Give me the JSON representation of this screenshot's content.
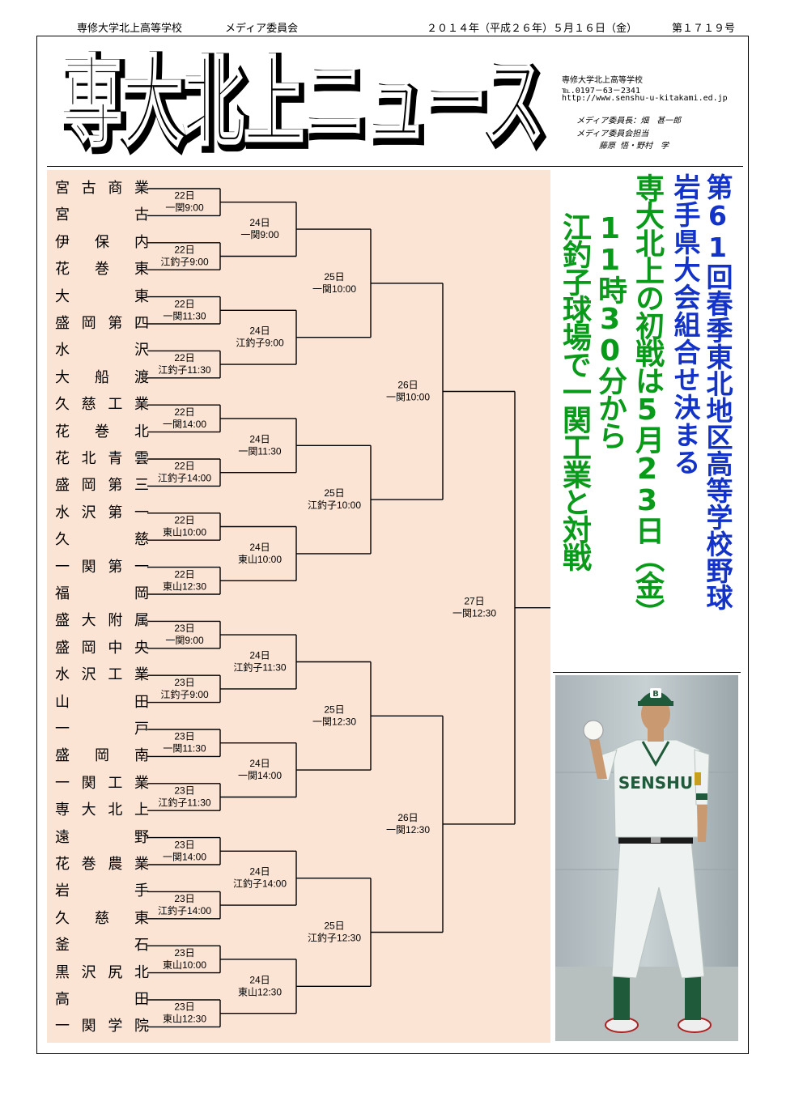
{
  "topbar": {
    "school": "専修大学北上高等学校",
    "committee": "メディア委員会",
    "date": "２０１４年（平成２６年）５月１６日（金）",
    "issue": "第１７１９号"
  },
  "masthead": {
    "title": "専大北上ニュース",
    "school": "専修大学北上高等学校",
    "tel": "℡.0197－63－2341",
    "url": "http://www.senshu-u-kitakami.ed.jp",
    "editor": "メディア委員長：畑　甚一郎",
    "advisor_label": "メディア委員会担当",
    "advisors": "藤原 悟・野村　学"
  },
  "headlines": {
    "main": "第61回春季東北地区高等学校野球岩手県大会組合せ決まる",
    "main_col1": "第61回春季東北地区高等学校野球",
    "main_col2": "岩手県大会組合せ決まる",
    "sub_col1": "専大北上の初戦は5月23日（金）",
    "sub_col2": "11時30分から",
    "sub_col3": "江釣子球場で一関工業と対戦"
  },
  "bracket": {
    "schools": [
      "宮古商業",
      "宮古",
      "伊保内",
      "花巻東",
      "大東",
      "盛岡第四",
      "水沢",
      "大船渡",
      "久慈工業",
      "花巻北",
      "花北青雲",
      "盛岡第三",
      "水沢第一",
      "久慈",
      "一関第一",
      "福岡",
      "盛大附属",
      "盛岡中央",
      "水沢工業",
      "山田",
      "一戸",
      "盛岡南",
      "一関工業",
      "専大北上",
      "遠野",
      "花巻農業",
      "岩手",
      "久慈東",
      "釜石",
      "黒沢尻北",
      "高田",
      "一関学院"
    ],
    "round1": [
      {
        "day": "22日",
        "time": "一関9:00"
      },
      {
        "day": "22日",
        "time": "江釣子9:00"
      },
      {
        "day": "22日",
        "time": "一関11:30"
      },
      {
        "day": "22日",
        "time": "江釣子11:30"
      },
      {
        "day": "22日",
        "time": "一関14:00"
      },
      {
        "day": "22日",
        "time": "江釣子14:00"
      },
      {
        "day": "22日",
        "time": "東山10:00"
      },
      {
        "day": "22日",
        "time": "東山12:30"
      },
      {
        "day": "23日",
        "time": "一関9:00"
      },
      {
        "day": "23日",
        "time": "江釣子9:00"
      },
      {
        "day": "23日",
        "time": "一関11:30"
      },
      {
        "day": "23日",
        "time": "江釣子11:30"
      },
      {
        "day": "23日",
        "time": "一関14:00"
      },
      {
        "day": "23日",
        "time": "江釣子14:00"
      },
      {
        "day": "23日",
        "time": "東山10:00"
      },
      {
        "day": "23日",
        "time": "東山12:30"
      }
    ],
    "round2": [
      {
        "day": "24日",
        "time": "一関9:00"
      },
      {
        "day": "24日",
        "time": "江釣子9:00"
      },
      {
        "day": "24日",
        "time": "一関11:30"
      },
      {
        "day": "24日",
        "time": "東山10:00"
      },
      {
        "day": "24日",
        "time": "江釣子11:30"
      },
      {
        "day": "24日",
        "time": "一関14:00"
      },
      {
        "day": "24日",
        "time": "江釣子14:00"
      },
      {
        "day": "24日",
        "time": "東山12:30"
      }
    ],
    "round3": [
      {
        "day": "25日",
        "time": "一関10:00"
      },
      {
        "day": "25日",
        "time": "江釣子10:00"
      },
      {
        "day": "25日",
        "time": "一関12:30"
      },
      {
        "day": "25日",
        "time": "江釣子12:30"
      }
    ],
    "round4": [
      {
        "day": "26日",
        "time": "一関10:00"
      },
      {
        "day": "26日",
        "time": "一関12:30"
      }
    ],
    "final": {
      "day": "27日",
      "time": "一関12:30"
    }
  },
  "photo": {
    "jersey_text": "SENSHU",
    "cap_letter": "B",
    "colors": {
      "green": "#1f5a3a",
      "jersey": "#eef2f0",
      "accent": "#c8a020"
    }
  },
  "colors": {
    "headline_green": "#0a9a1a",
    "headline_blue": "#1232c8",
    "panel_bg": "#fbe4d4"
  }
}
